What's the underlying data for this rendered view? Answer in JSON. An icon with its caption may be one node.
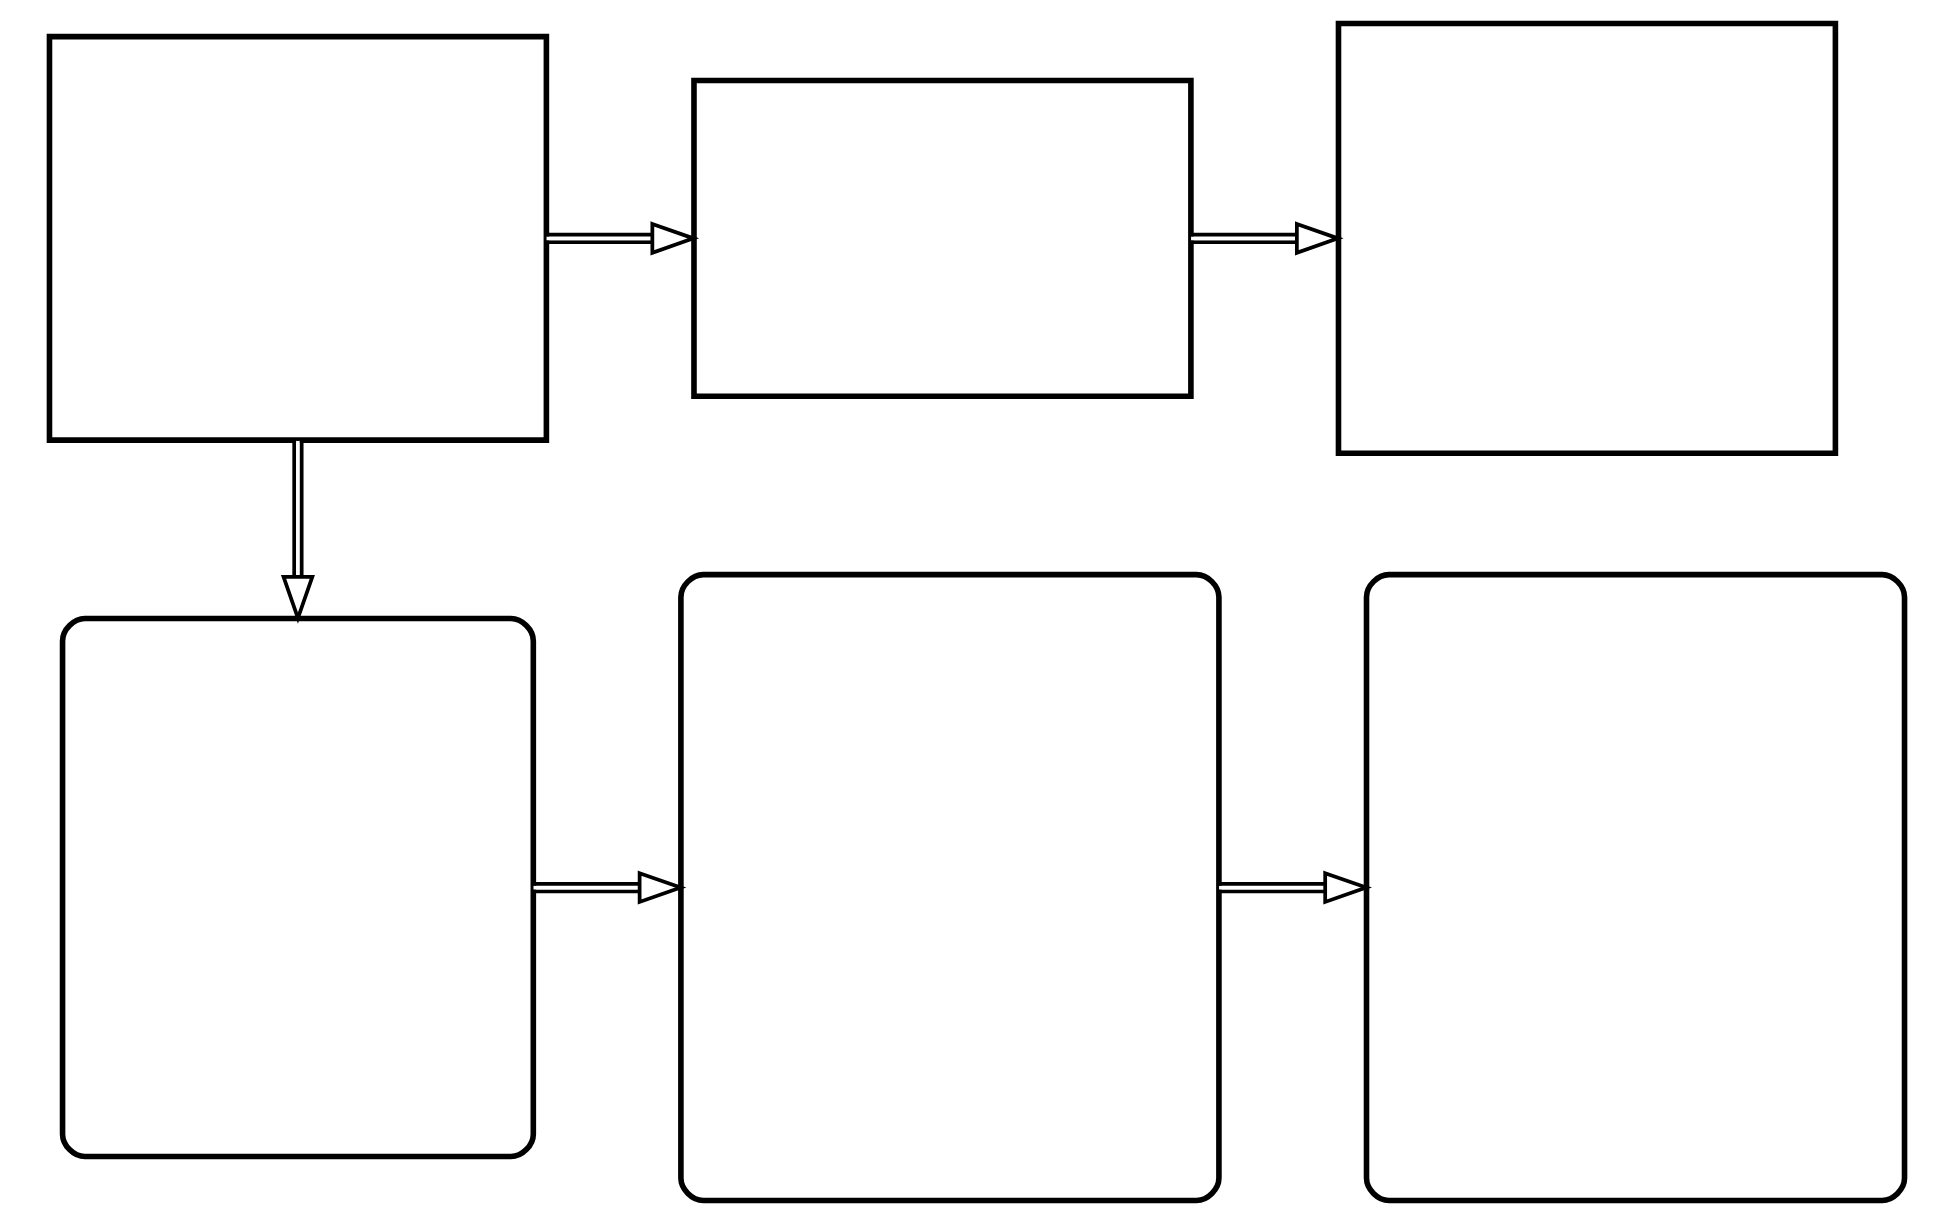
{
  "diagram": {
    "nodes": [
      {
        "text": [],
        "shape": "box"
      },
      {
        "text": [],
        "shape": "box"
      },
      {
        "text": [],
        "shape": "box"
      },
      {
        "text": [],
        "shape": "rounded"
      },
      {
        "text": [],
        "shape": "rounded"
      },
      {
        "text": [],
        "shape": "rounded"
      }
    ],
    "edges": [
      {
        "from": 0,
        "to": 1,
        "arrow": "to"
      },
      {
        "from": 1,
        "to": 2,
        "arrow": "to"
      },
      {
        "from": 0,
        "to": 3,
        "arrow": "to"
      },
      {
        "from": 3,
        "to": 4,
        "arrow": "to"
      },
      {
        "from": 4,
        "to": 5,
        "arrow": "to"
      }
    ]
  }
}
